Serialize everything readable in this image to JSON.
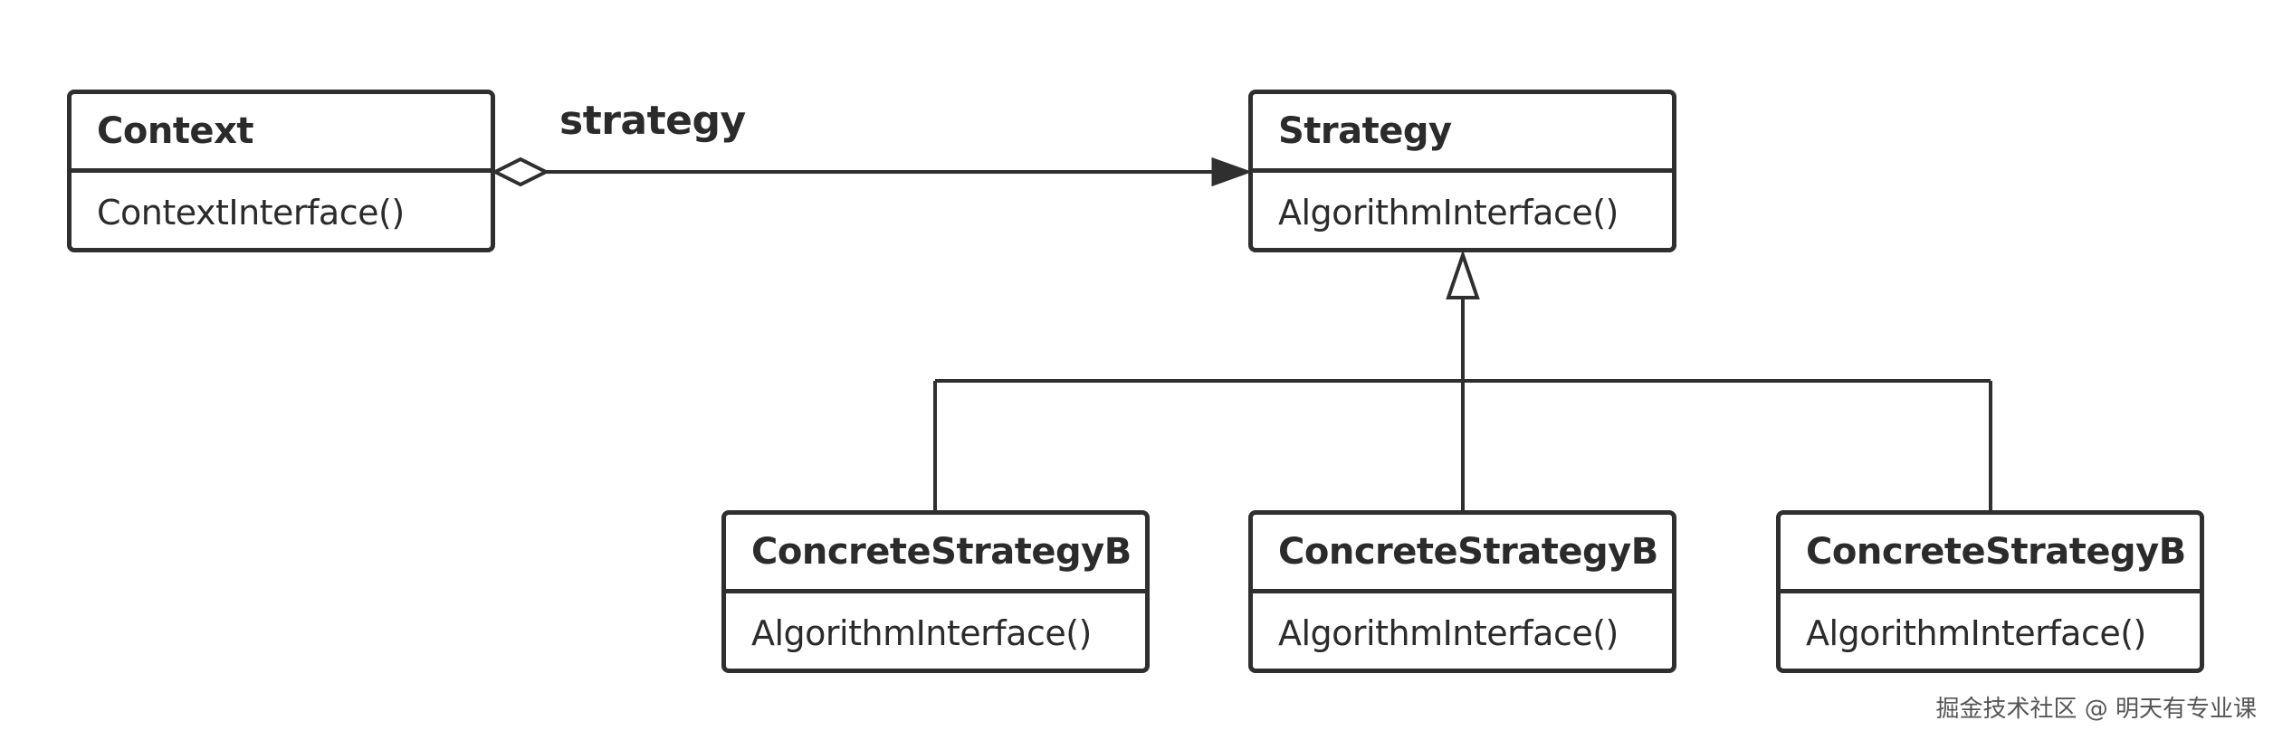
{
  "colors": {
    "line": "#2f2f2f",
    "text": "#2b2b2b",
    "background": "#ffffff",
    "watermark": "#555555"
  },
  "classes": {
    "context": {
      "name": "Context",
      "operation": "ContextInterface()"
    },
    "strategy": {
      "name": "Strategy",
      "operation": "AlgorithmInterface()"
    },
    "cs_left": {
      "name": "ConcreteStrategyB",
      "operation": "AlgorithmInterface()"
    },
    "cs_mid": {
      "name": "ConcreteStrategyB",
      "operation": "AlgorithmInterface()"
    },
    "cs_right": {
      "name": "ConcreteStrategyB",
      "operation": "AlgorithmInterface()"
    }
  },
  "relations": {
    "aggregation": {
      "from": "Context",
      "to": "Strategy",
      "label": "strategy",
      "kind": "aggregation"
    },
    "generalization": {
      "parent": "Strategy",
      "children": [
        "cs_left",
        "cs_mid",
        "cs_right"
      ],
      "kind": "inheritance"
    }
  },
  "watermark": "掘金技术社区 @ 明天有专业课"
}
